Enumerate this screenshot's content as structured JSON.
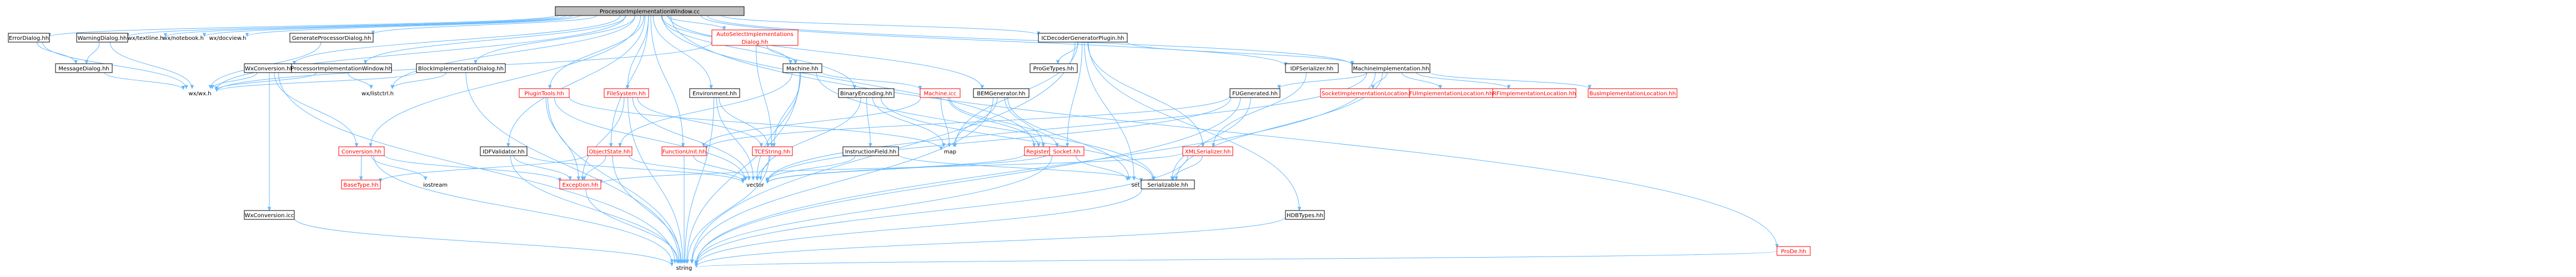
{
  "colors": {
    "root_fill": "#bfbfbf",
    "root_border": "#000000",
    "file_fill": "#ffffff",
    "file_border": "#000000",
    "linked_border": "#ff0000",
    "linked_text": "#ff0000",
    "text": "#000000",
    "edge": "#63b8ff",
    "ext_text": "#000000"
  },
  "graph": {
    "nodes": [
      {
        "id": "root",
        "label": "ProcessorImplementationWindow.cc",
        "kind": "root"
      },
      {
        "id": "errordialog",
        "label": "ErrorDialog.hh",
        "kind": "file"
      },
      {
        "id": "warningdialog",
        "label": "WarningDialog.hh",
        "kind": "file"
      },
      {
        "id": "wxtextline",
        "label": "wx/textline.h",
        "kind": "ext"
      },
      {
        "id": "wxnotebook",
        "label": "wx/notebook.h",
        "kind": "ext"
      },
      {
        "id": "wxdocview",
        "label": "wx/docview.h",
        "kind": "ext"
      },
      {
        "id": "genproc",
        "label": "GenerateProcessorDialog.hh",
        "kind": "file"
      },
      {
        "id": "autoselect",
        "label": "AutoSelectImplementations\nDialog.hh",
        "kind": "linked"
      },
      {
        "id": "icdecoder",
        "label": "ICDecoderGeneratorPlugin.hh",
        "kind": "file"
      },
      {
        "id": "prode",
        "label": "ProDe.hh",
        "kind": "linked"
      },
      {
        "id": "messagedialog",
        "label": "MessageDialog.hh",
        "kind": "file"
      },
      {
        "id": "wxwx",
        "label": "wx/wx.h",
        "kind": "ext"
      },
      {
        "id": "wxconversion",
        "label": "WxConversion.hh",
        "kind": "file"
      },
      {
        "id": "procimplwin",
        "label": "ProcessorImplementationWindow.hh",
        "kind": "file"
      },
      {
        "id": "blockimpl",
        "label": "BlockImplementationDialog.hh",
        "kind": "file"
      },
      {
        "id": "machine",
        "label": "Machine.hh",
        "kind": "file"
      },
      {
        "id": "progetypes",
        "label": "ProGeTypes.hh",
        "kind": "file"
      },
      {
        "id": "idfserializer",
        "label": "IDFSerializer.hh",
        "kind": "file"
      },
      {
        "id": "machineimpl",
        "label": "MachineImplementation.hh",
        "kind": "file"
      },
      {
        "id": "wxlistctrl",
        "label": "wx/listctrl.h",
        "kind": "ext"
      },
      {
        "id": "plugintools",
        "label": "PluginTools.hh",
        "kind": "linked"
      },
      {
        "id": "filesystem",
        "label": "FileSystem.hh",
        "kind": "linked"
      },
      {
        "id": "environment",
        "label": "Environment.hh",
        "kind": "file"
      },
      {
        "id": "binaryencoding",
        "label": "BinaryEncoding.hh",
        "kind": "file"
      },
      {
        "id": "machineicc",
        "label": "Machine.icc",
        "kind": "linked"
      },
      {
        "id": "bemgenerator",
        "label": "BEMGenerator.hh",
        "kind": "file"
      },
      {
        "id": "fugenerated",
        "label": "FUGenerated.hh",
        "kind": "file"
      },
      {
        "id": "socketimplloc",
        "label": "SocketImplementationLocation.hh",
        "kind": "linked"
      },
      {
        "id": "fuimplloc",
        "label": "FUImplementationLocation.hh",
        "kind": "linked"
      },
      {
        "id": "rfimplloc",
        "label": "RFImplementationLocation.hh",
        "kind": "linked"
      },
      {
        "id": "busimplloc",
        "label": "BusImplementationLocation.hh",
        "kind": "linked"
      },
      {
        "id": "conversion",
        "label": "Conversion.hh",
        "kind": "linked"
      },
      {
        "id": "idfvalidator",
        "label": "IDFValidator.hh",
        "kind": "file"
      },
      {
        "id": "objectstate",
        "label": "ObjectState.hh",
        "kind": "linked"
      },
      {
        "id": "functionunit",
        "label": "FunctionUnit.hh",
        "kind": "linked"
      },
      {
        "id": "tcestring",
        "label": "TCEString.hh",
        "kind": "linked"
      },
      {
        "id": "instructionfield",
        "label": "InstructionField.hh",
        "kind": "file"
      },
      {
        "id": "map",
        "label": "map",
        "kind": "ext"
      },
      {
        "id": "registerfile",
        "label": "RegisterFile.hh",
        "kind": "linked"
      },
      {
        "id": "socket",
        "label": "Socket.hh",
        "kind": "linked"
      },
      {
        "id": "xmlserializer",
        "label": "XMLSerializer.hh",
        "kind": "linked"
      },
      {
        "id": "hdbtypes",
        "label": "HDBTypes.hh",
        "kind": "file"
      },
      {
        "id": "wxconversionicc",
        "label": "WxConversion.icc",
        "kind": "file"
      },
      {
        "id": "basetype",
        "label": "BaseType.hh",
        "kind": "linked"
      },
      {
        "id": "iostream",
        "label": "iostream",
        "kind": "ext"
      },
      {
        "id": "exception",
        "label": "Exception.hh",
        "kind": "linked"
      },
      {
        "id": "vector",
        "label": "vector",
        "kind": "ext"
      },
      {
        "id": "set",
        "label": "set",
        "kind": "ext"
      },
      {
        "id": "serializable",
        "label": "Serializable.hh",
        "kind": "file"
      },
      {
        "id": "string",
        "label": "string",
        "kind": "ext"
      }
    ],
    "edges": [
      [
        "root",
        "errordialog"
      ],
      [
        "root",
        "warningdialog"
      ],
      [
        "root",
        "wxtextline"
      ],
      [
        "root",
        "wxnotebook"
      ],
      [
        "root",
        "wxdocview"
      ],
      [
        "root",
        "genproc"
      ],
      [
        "root",
        "autoselect"
      ],
      [
        "root",
        "icdecoder"
      ],
      [
        "root",
        "prode"
      ],
      [
        "root",
        "wxwx"
      ],
      [
        "root",
        "wxconversion"
      ],
      [
        "root",
        "procimplwin"
      ],
      [
        "root",
        "blockimpl"
      ],
      [
        "root",
        "machine"
      ],
      [
        "root",
        "idfserializer"
      ],
      [
        "root",
        "machineimpl"
      ],
      [
        "root",
        "wxlistctrl"
      ],
      [
        "root",
        "plugintools"
      ],
      [
        "root",
        "filesystem"
      ],
      [
        "root",
        "environment"
      ],
      [
        "root",
        "binaryencoding"
      ],
      [
        "root",
        "bemgenerator"
      ],
      [
        "root",
        "conversion"
      ],
      [
        "root",
        "idfvalidator"
      ],
      [
        "root",
        "objectstate"
      ],
      [
        "root",
        "functionunit"
      ],
      [
        "root",
        "registerfile"
      ],
      [
        "errordialog",
        "messagedialog"
      ],
      [
        "errordialog",
        "wxwx"
      ],
      [
        "warningdialog",
        "messagedialog"
      ],
      [
        "warningdialog",
        "wxwx"
      ],
      [
        "messagedialog",
        "wxwx"
      ],
      [
        "genproc",
        "wxwx"
      ],
      [
        "autoselect",
        "wxwx"
      ],
      [
        "autoselect",
        "machine"
      ],
      [
        "autoselect",
        "tcestring"
      ],
      [
        "icdecoder",
        "string"
      ],
      [
        "icdecoder",
        "map"
      ],
      [
        "icdecoder",
        "set"
      ],
      [
        "icdecoder",
        "progetypes"
      ],
      [
        "icdecoder",
        "socket"
      ],
      [
        "icdecoder",
        "machineimpl"
      ],
      [
        "icdecoder",
        "hdbtypes"
      ],
      [
        "icdecoder",
        "xmlserializer"
      ],
      [
        "prode",
        "string"
      ],
      [
        "wxconversion",
        "wxwx"
      ],
      [
        "wxconversion",
        "string"
      ],
      [
        "wxconversion",
        "wxconversionicc"
      ],
      [
        "wxconversion",
        "conversion"
      ],
      [
        "procimplwin",
        "wxwx"
      ],
      [
        "procimplwin",
        "wxlistctrl"
      ],
      [
        "blockimpl",
        "wxwx"
      ],
      [
        "blockimpl",
        "wxlistctrl"
      ],
      [
        "blockimpl",
        "string"
      ],
      [
        "machine",
        "string"
      ],
      [
        "machine",
        "vector"
      ],
      [
        "machine",
        "machineicc"
      ],
      [
        "machine",
        "objectstate"
      ],
      [
        "machine",
        "tcestring"
      ],
      [
        "machine",
        "serializable"
      ],
      [
        "idfserializer",
        "xmlserializer"
      ],
      [
        "machineimpl",
        "socketimplloc"
      ],
      [
        "machineimpl",
        "fuimplloc"
      ],
      [
        "machineimpl",
        "rfimplloc"
      ],
      [
        "machineimpl",
        "busimplloc"
      ],
      [
        "machineimpl",
        "fugenerated"
      ],
      [
        "machineimpl",
        "serializable"
      ],
      [
        "machineimpl",
        "string"
      ],
      [
        "machineimpl",
        "vector"
      ],
      [
        "plugintools",
        "string"
      ],
      [
        "plugintools",
        "vector"
      ],
      [
        "plugintools",
        "map"
      ],
      [
        "plugintools",
        "exception"
      ],
      [
        "filesystem",
        "string"
      ],
      [
        "filesystem",
        "vector"
      ],
      [
        "filesystem",
        "exception"
      ],
      [
        "filesystem",
        "tcestring"
      ],
      [
        "environment",
        "string"
      ],
      [
        "environment",
        "vector"
      ],
      [
        "environment",
        "tcestring"
      ],
      [
        "binaryencoding",
        "instructionfield"
      ],
      [
        "binaryencoding",
        "map"
      ],
      [
        "binaryencoding",
        "vector"
      ],
      [
        "binaryencoding",
        "serializable"
      ],
      [
        "machineicc",
        "map"
      ],
      [
        "machineicc",
        "functionunit"
      ],
      [
        "machineicc",
        "registerfile"
      ],
      [
        "machineicc",
        "socket"
      ],
      [
        "bemgenerator",
        "map"
      ],
      [
        "bemgenerator",
        "set"
      ],
      [
        "bemgenerator",
        "string"
      ],
      [
        "bemgenerator",
        "registerfile"
      ],
      [
        "fugenerated",
        "string"
      ],
      [
        "fugenerated",
        "vector"
      ],
      [
        "fugenerated",
        "functionunit"
      ],
      [
        "fugenerated",
        "serializable"
      ],
      [
        "conversion",
        "string"
      ],
      [
        "conversion",
        "iostream"
      ],
      [
        "conversion",
        "exception"
      ],
      [
        "conversion",
        "basetype"
      ],
      [
        "idfvalidator",
        "string"
      ],
      [
        "idfvalidator",
        "vector"
      ],
      [
        "idfvalidator",
        "exception"
      ],
      [
        "objectstate",
        "string"
      ],
      [
        "objectstate",
        "vector"
      ],
      [
        "objectstate",
        "exception"
      ],
      [
        "objectstate",
        "basetype"
      ],
      [
        "functionunit",
        "vector"
      ],
      [
        "functionunit",
        "string"
      ],
      [
        "tcestring",
        "string"
      ],
      [
        "tcestring",
        "vector"
      ],
      [
        "instructionfield",
        "vector"
      ],
      [
        "instructionfield",
        "serializable"
      ],
      [
        "registerfile",
        "vector"
      ],
      [
        "socket",
        "vector"
      ],
      [
        "socket",
        "set"
      ],
      [
        "socket",
        "string"
      ],
      [
        "xmlserializer",
        "string"
      ],
      [
        "xmlserializer",
        "serializable"
      ],
      [
        "xmlserializer",
        "exception"
      ],
      [
        "hdbtypes",
        "string"
      ],
      [
        "wxconversionicc",
        "string"
      ],
      [
        "exception",
        "string"
      ],
      [
        "serializable",
        "string"
      ]
    ]
  }
}
